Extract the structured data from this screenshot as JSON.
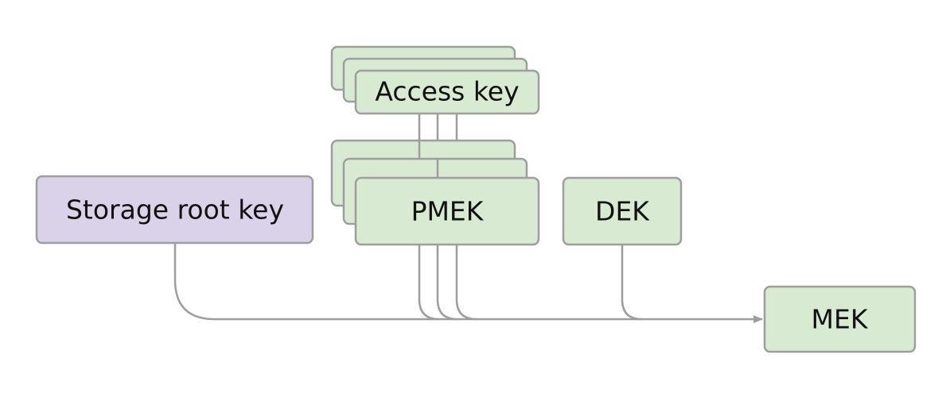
{
  "nodes": {
    "access_key": "Access key",
    "pmek": "PMEK",
    "dek": "DEK",
    "storage_root_key": "Storage root key",
    "mek": "MEK"
  },
  "colors": {
    "green_fill": "#d9ead3",
    "purple_fill": "#d9d2e9",
    "stroke": "#9e9e9e",
    "text": "#111111"
  }
}
